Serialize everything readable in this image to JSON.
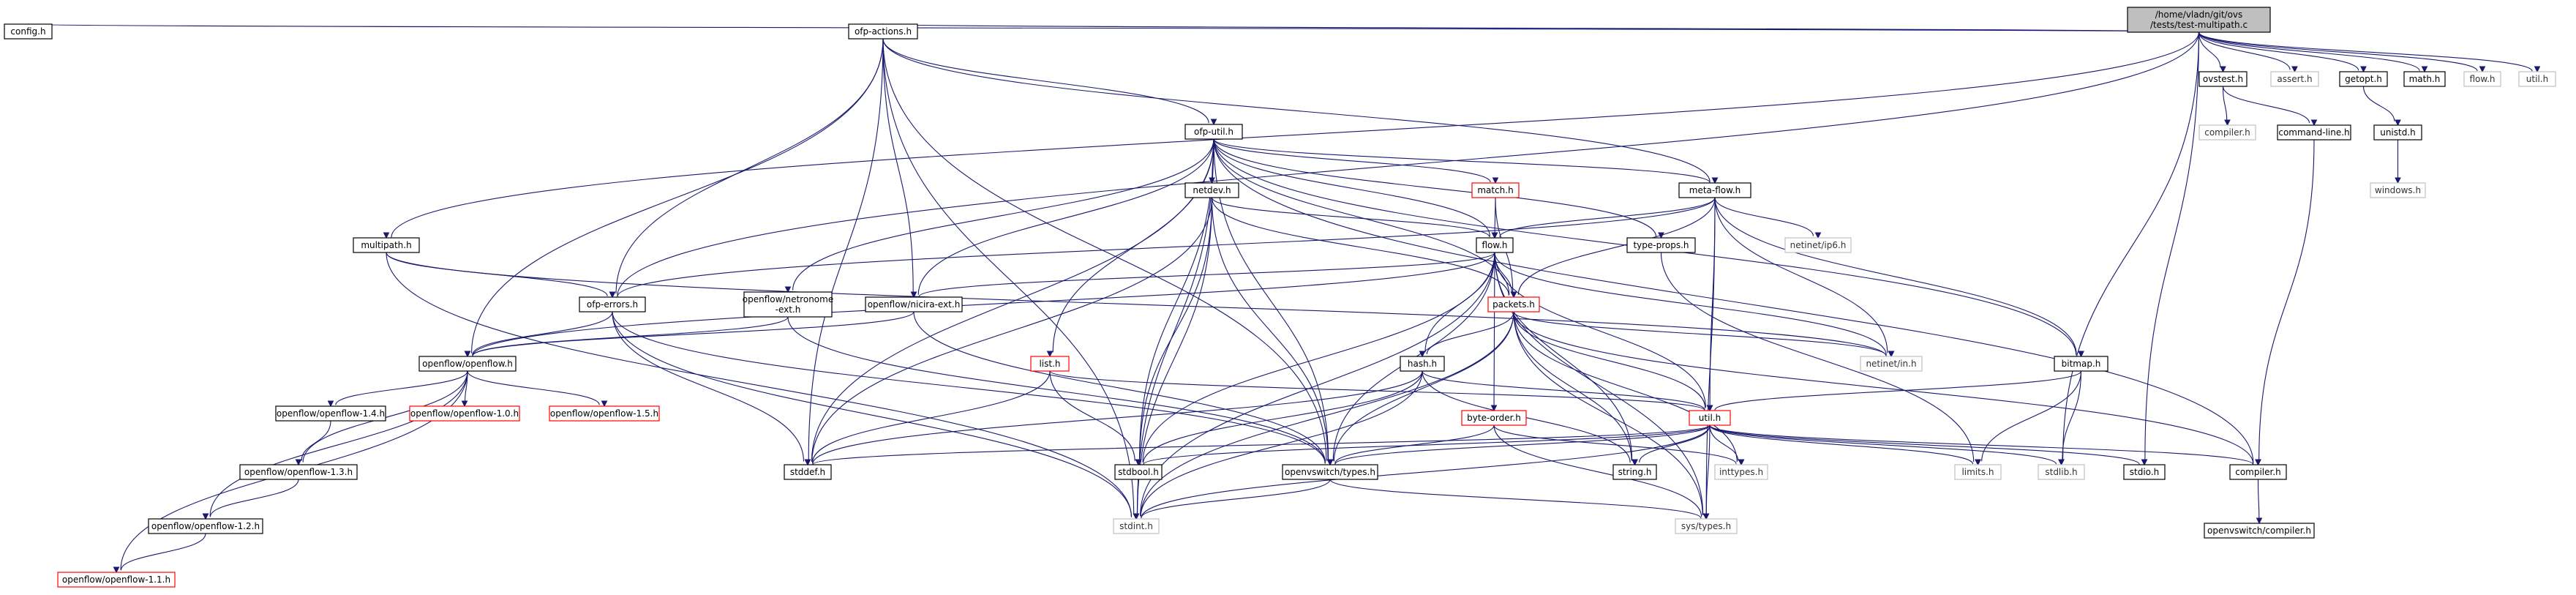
{
  "colors": {
    "edge": "#191970",
    "root_fill": "#bfbfbf",
    "missing_border": "#c0c0c0",
    "truncated_border": "#ff0000"
  },
  "nodes": [
    {
      "id": "root",
      "lines": [
        "/home/vladn/git/ovs",
        "/tests/test-multipath.c"
      ],
      "kind": "root"
    },
    {
      "id": "config_h",
      "lines": [
        "config.h"
      ],
      "kind": "normal"
    },
    {
      "id": "ofp_actions_h",
      "lines": [
        "ofp-actions.h"
      ],
      "kind": "normal"
    },
    {
      "id": "ovstest_h",
      "lines": [
        "ovstest.h"
      ],
      "kind": "normal"
    },
    {
      "id": "assert_h",
      "lines": [
        "assert.h"
      ],
      "kind": "missing"
    },
    {
      "id": "getopt_h",
      "lines": [
        "getopt.h"
      ],
      "kind": "normal"
    },
    {
      "id": "math_h",
      "lines": [
        "math.h"
      ],
      "kind": "normal"
    },
    {
      "id": "flow_h_sys",
      "lines": [
        "flow.h"
      ],
      "kind": "missing"
    },
    {
      "id": "util_h_sys",
      "lines": [
        "util.h"
      ],
      "kind": "missing"
    },
    {
      "id": "ofp_util_h",
      "lines": [
        "ofp-util.h"
      ],
      "kind": "normal"
    },
    {
      "id": "compiler_h_sys",
      "lines": [
        "compiler.h"
      ],
      "kind": "missing"
    },
    {
      "id": "command_line_h",
      "lines": [
        "command-line.h"
      ],
      "kind": "normal"
    },
    {
      "id": "unistd_h",
      "lines": [
        "unistd.h"
      ],
      "kind": "normal"
    },
    {
      "id": "netdev_h",
      "lines": [
        "netdev.h"
      ],
      "kind": "normal"
    },
    {
      "id": "match_h",
      "lines": [
        "match.h"
      ],
      "kind": "truncated"
    },
    {
      "id": "meta_flow_h",
      "lines": [
        "meta-flow.h"
      ],
      "kind": "normal"
    },
    {
      "id": "windows_h",
      "lines": [
        "windows.h"
      ],
      "kind": "missing"
    },
    {
      "id": "multipath_h",
      "lines": [
        "multipath.h"
      ],
      "kind": "normal"
    },
    {
      "id": "flow_h",
      "lines": [
        "flow.h"
      ],
      "kind": "normal"
    },
    {
      "id": "type_props_h",
      "lines": [
        "type-props.h"
      ],
      "kind": "normal"
    },
    {
      "id": "netinet_ip6_h",
      "lines": [
        "netinet/ip6.h"
      ],
      "kind": "missing"
    },
    {
      "id": "ofp_errors_h",
      "lines": [
        "ofp-errors.h"
      ],
      "kind": "normal"
    },
    {
      "id": "netronome_h",
      "lines": [
        "openflow/netronome",
        "-ext.h"
      ],
      "kind": "normal"
    },
    {
      "id": "nicira_ext_h",
      "lines": [
        "openflow/nicira-ext.h"
      ],
      "kind": "normal"
    },
    {
      "id": "packets_h",
      "lines": [
        "packets.h"
      ],
      "kind": "truncated"
    },
    {
      "id": "openflow_h",
      "lines": [
        "openflow/openflow.h"
      ],
      "kind": "normal"
    },
    {
      "id": "list_h",
      "lines": [
        "list.h"
      ],
      "kind": "truncated"
    },
    {
      "id": "hash_h",
      "lines": [
        "hash.h"
      ],
      "kind": "normal"
    },
    {
      "id": "netinet_in_h",
      "lines": [
        "netinet/in.h"
      ],
      "kind": "missing"
    },
    {
      "id": "bitmap_h",
      "lines": [
        "bitmap.h"
      ],
      "kind": "normal"
    },
    {
      "id": "of14_h",
      "lines": [
        "openflow/openflow-1.4.h"
      ],
      "kind": "normal"
    },
    {
      "id": "of10_h",
      "lines": [
        "openflow/openflow-1.0.h"
      ],
      "kind": "truncated"
    },
    {
      "id": "of15_h",
      "lines": [
        "openflow/openflow-1.5.h"
      ],
      "kind": "truncated"
    },
    {
      "id": "byte_order_h",
      "lines": [
        "byte-order.h"
      ],
      "kind": "truncated"
    },
    {
      "id": "util_h",
      "lines": [
        "util.h"
      ],
      "kind": "truncated"
    },
    {
      "id": "of13_h",
      "lines": [
        "openflow/openflow-1.3.h"
      ],
      "kind": "normal"
    },
    {
      "id": "stddef_h",
      "lines": [
        "stddef.h"
      ],
      "kind": "normal"
    },
    {
      "id": "stdbool_h",
      "lines": [
        "stdbool.h"
      ],
      "kind": "normal"
    },
    {
      "id": "ovs_types_h",
      "lines": [
        "openvswitch/types.h"
      ],
      "kind": "normal"
    },
    {
      "id": "string_h",
      "lines": [
        "string.h"
      ],
      "kind": "normal"
    },
    {
      "id": "inttypes_h",
      "lines": [
        "inttypes.h"
      ],
      "kind": "missing"
    },
    {
      "id": "limits_h",
      "lines": [
        "limits.h"
      ],
      "kind": "missing"
    },
    {
      "id": "stdlib_h",
      "lines": [
        "stdlib.h"
      ],
      "kind": "missing"
    },
    {
      "id": "stdio_h",
      "lines": [
        "stdio.h"
      ],
      "kind": "normal"
    },
    {
      "id": "compiler_h",
      "lines": [
        "compiler.h"
      ],
      "kind": "normal"
    },
    {
      "id": "of12_h",
      "lines": [
        "openflow/openflow-1.2.h"
      ],
      "kind": "normal"
    },
    {
      "id": "stdint_h",
      "lines": [
        "stdint.h"
      ],
      "kind": "missing"
    },
    {
      "id": "sys_types_h",
      "lines": [
        "sys/types.h"
      ],
      "kind": "missing"
    },
    {
      "id": "ovs_compiler_h",
      "lines": [
        "openvswitch/compiler.h"
      ],
      "kind": "normal"
    },
    {
      "id": "of11_h",
      "lines": [
        "openflow/openflow-1.1.h"
      ],
      "kind": "truncated"
    }
  ],
  "edges": [
    [
      "root",
      "config_h"
    ],
    [
      "root",
      "ofp_actions_h"
    ],
    [
      "root",
      "ovstest_h"
    ],
    [
      "root",
      "assert_h"
    ],
    [
      "root",
      "getopt_h"
    ],
    [
      "root",
      "math_h"
    ],
    [
      "root",
      "flow_h_sys"
    ],
    [
      "root",
      "util_h_sys"
    ],
    [
      "root",
      "multipath_h"
    ],
    [
      "root",
      "ofp_errors_h"
    ],
    [
      "root",
      "stdlib_h"
    ],
    [
      "root",
      "stdio_h"
    ],
    [
      "ofp_actions_h",
      "ofp_util_h"
    ],
    [
      "ofp_actions_h",
      "meta_flow_h"
    ],
    [
      "ofp_actions_h",
      "nicira_ext_h"
    ],
    [
      "ofp_actions_h",
      "ofp_errors_h"
    ],
    [
      "ofp_actions_h",
      "openflow_h"
    ],
    [
      "ofp_actions_h",
      "stddef_h"
    ],
    [
      "ofp_actions_h",
      "stdint_h"
    ],
    [
      "ofp_actions_h",
      "ovs_types_h"
    ],
    [
      "ovstest_h",
      "compiler_h_sys"
    ],
    [
      "ovstest_h",
      "command_line_h"
    ],
    [
      "getopt_h",
      "unistd_h"
    ],
    [
      "unistd_h",
      "windows_h"
    ],
    [
      "command_line_h",
      "compiler_h"
    ],
    [
      "ofp_util_h",
      "netdev_h"
    ],
    [
      "ofp_util_h",
      "match_h"
    ],
    [
      "ofp_util_h",
      "meta_flow_h"
    ],
    [
      "ofp_util_h",
      "flow_h"
    ],
    [
      "ofp_util_h",
      "type_props_h"
    ],
    [
      "ofp_util_h",
      "netronome_h"
    ],
    [
      "ofp_util_h",
      "nicira_ext_h"
    ],
    [
      "ofp_util_h",
      "packets_h"
    ],
    [
      "ofp_util_h",
      "list_h"
    ],
    [
      "ofp_util_h",
      "bitmap_h"
    ],
    [
      "ofp_util_h",
      "compiler_h"
    ],
    [
      "ofp_util_h",
      "stddef_h"
    ],
    [
      "ofp_util_h",
      "stdbool_h"
    ],
    [
      "ofp_util_h",
      "ovs_types_h"
    ],
    [
      "ofp_util_h",
      "stdint_h"
    ],
    [
      "netdev_h",
      "flow_h"
    ],
    [
      "netdev_h",
      "packets_h"
    ],
    [
      "netdev_h",
      "stddef_h"
    ],
    [
      "netdev_h",
      "stdbool_h"
    ],
    [
      "netdev_h",
      "ovs_types_h"
    ],
    [
      "netdev_h",
      "stdint_h"
    ],
    [
      "match_h",
      "flow_h"
    ],
    [
      "match_h",
      "packets_h"
    ],
    [
      "meta_flow_h",
      "flow_h"
    ],
    [
      "meta_flow_h",
      "packets_h"
    ],
    [
      "meta_flow_h",
      "netinet_ip6_h"
    ],
    [
      "meta_flow_h",
      "netinet_in_h"
    ],
    [
      "meta_flow_h",
      "bitmap_h"
    ],
    [
      "meta_flow_h",
      "ofp_errors_h"
    ],
    [
      "meta_flow_h",
      "util_h"
    ],
    [
      "meta_flow_h",
      "sys_types_h"
    ],
    [
      "multipath_h",
      "ofp_errors_h"
    ],
    [
      "multipath_h",
      "stdint_h"
    ],
    [
      "multipath_h",
      "netinet_in_h"
    ],
    [
      "flow_h",
      "nicira_ext_h"
    ],
    [
      "flow_h",
      "packets_h"
    ],
    [
      "flow_h",
      "hash_h"
    ],
    [
      "flow_h",
      "byte_order_h"
    ],
    [
      "flow_h",
      "util_h"
    ],
    [
      "flow_h",
      "openflow_h"
    ],
    [
      "flow_h",
      "netinet_in_h"
    ],
    [
      "flow_h",
      "string_h"
    ],
    [
      "flow_h",
      "stdbool_h"
    ],
    [
      "flow_h",
      "stdint_h"
    ],
    [
      "flow_h",
      "sys_types_h"
    ],
    [
      "flow_h",
      "ovs_types_h"
    ],
    [
      "type_props_h",
      "limits_h"
    ],
    [
      "ofp_errors_h",
      "openflow_h"
    ],
    [
      "ofp_errors_h",
      "stddef_h"
    ],
    [
      "ofp_errors_h",
      "stdint_h"
    ],
    [
      "ofp_errors_h",
      "ovs_types_h"
    ],
    [
      "netronome_h",
      "openflow_h"
    ],
    [
      "netronome_h",
      "ovs_types_h"
    ],
    [
      "nicira_ext_h",
      "openflow_h"
    ],
    [
      "nicira_ext_h",
      "ovs_types_h"
    ],
    [
      "packets_h",
      "hash_h"
    ],
    [
      "packets_h",
      "util_h"
    ],
    [
      "packets_h",
      "netinet_in_h"
    ],
    [
      "packets_h",
      "string_h"
    ],
    [
      "packets_h",
      "inttypes_h"
    ],
    [
      "packets_h",
      "stdint_h"
    ],
    [
      "packets_h",
      "sys_types_h"
    ],
    [
      "packets_h",
      "ovs_types_h"
    ],
    [
      "packets_h",
      "compiler_h"
    ],
    [
      "openflow_h",
      "of14_h"
    ],
    [
      "openflow_h",
      "of10_h"
    ],
    [
      "openflow_h",
      "of15_h"
    ],
    [
      "openflow_h",
      "of13_h"
    ],
    [
      "openflow_h",
      "of12_h"
    ],
    [
      "openflow_h",
      "of11_h"
    ],
    [
      "list_h",
      "util_h"
    ],
    [
      "list_h",
      "stddef_h"
    ],
    [
      "list_h",
      "stdbool_h"
    ],
    [
      "hash_h",
      "util_h"
    ],
    [
      "hash_h",
      "string_h"
    ],
    [
      "hash_h",
      "stddef_h"
    ],
    [
      "hash_h",
      "stdbool_h"
    ],
    [
      "hash_h",
      "stdint_h"
    ],
    [
      "bitmap_h",
      "util_h"
    ],
    [
      "bitmap_h",
      "limits_h"
    ],
    [
      "bitmap_h",
      "stdlib_h"
    ],
    [
      "of14_h",
      "of13_h"
    ],
    [
      "of13_h",
      "of12_h"
    ],
    [
      "of12_h",
      "of11_h"
    ],
    [
      "byte_order_h",
      "ovs_types_h"
    ],
    [
      "byte_order_h",
      "sys_types_h"
    ],
    [
      "byte_order_h",
      "inttypes_h"
    ],
    [
      "util_h",
      "stddef_h"
    ],
    [
      "util_h",
      "stdbool_h"
    ],
    [
      "util_h",
      "ovs_types_h"
    ],
    [
      "util_h",
      "string_h"
    ],
    [
      "util_h",
      "inttypes_h"
    ],
    [
      "util_h",
      "limits_h"
    ],
    [
      "util_h",
      "stdlib_h"
    ],
    [
      "util_h",
      "stdio_h"
    ],
    [
      "util_h",
      "compiler_h"
    ],
    [
      "util_h",
      "stdint_h"
    ],
    [
      "util_h",
      "sys_types_h"
    ],
    [
      "ovs_types_h",
      "stdint_h"
    ],
    [
      "ovs_types_h",
      "sys_types_h"
    ],
    [
      "compiler_h",
      "ovs_compiler_h"
    ]
  ]
}
